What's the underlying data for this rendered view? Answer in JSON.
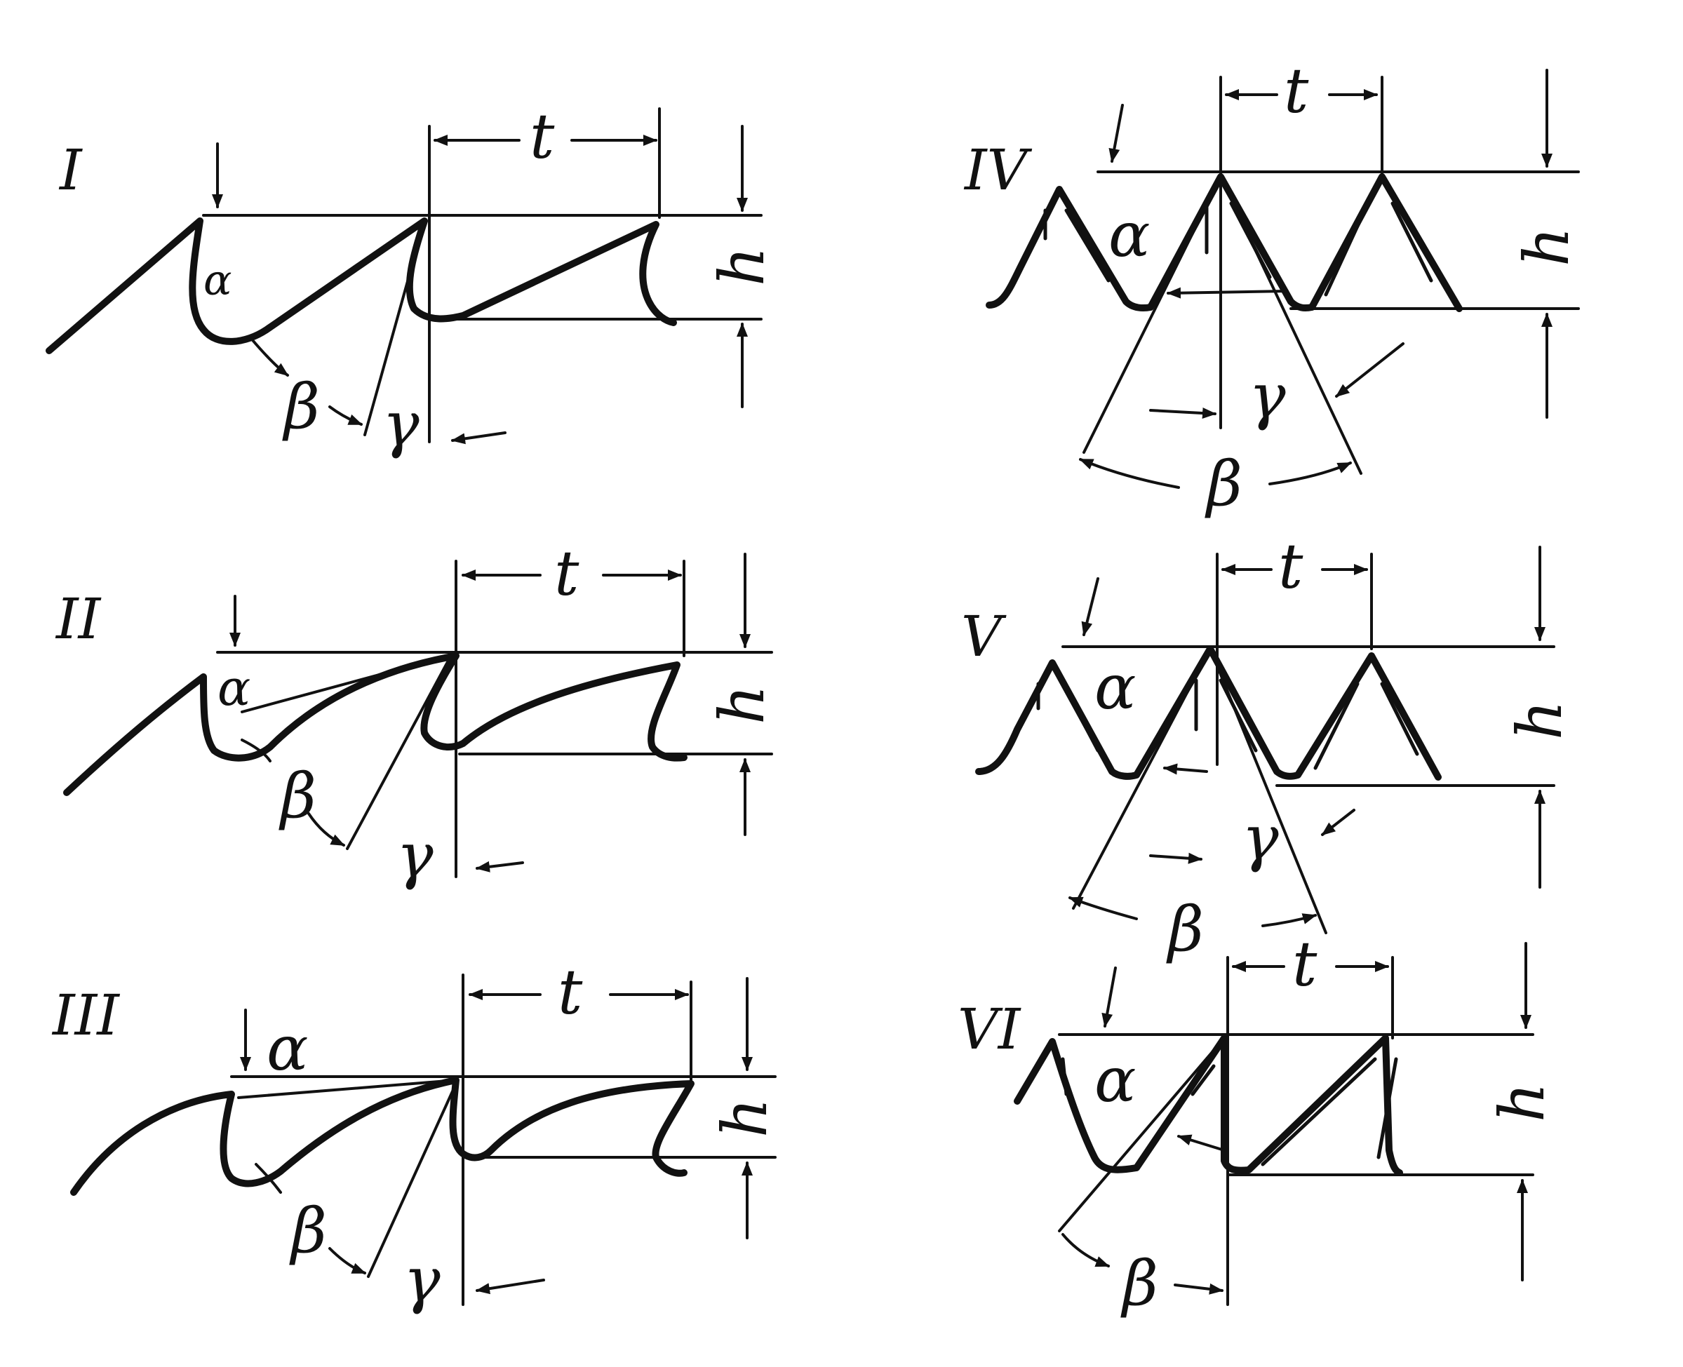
{
  "diagrams": [
    {
      "numeral": "I",
      "t": "t",
      "h": "h",
      "alpha": "α",
      "beta": "β",
      "gamma": "γ"
    },
    {
      "numeral": "II",
      "t": "t",
      "h": "h",
      "alpha": "α",
      "beta": "β",
      "gamma": "γ"
    },
    {
      "numeral": "III",
      "t": "t",
      "h": "h",
      "alpha": "α",
      "beta": "β",
      "gamma": "γ"
    },
    {
      "numeral": "IV",
      "t": "t",
      "h": "h",
      "alpha": "α",
      "beta": "β",
      "gamma": "γ"
    },
    {
      "numeral": "V",
      "t": "t",
      "h": "h",
      "alpha": "α",
      "beta": "β",
      "gamma": "γ"
    },
    {
      "numeral": "VI",
      "t": "t",
      "h": "h",
      "alpha": "α",
      "beta": "β"
    }
  ]
}
